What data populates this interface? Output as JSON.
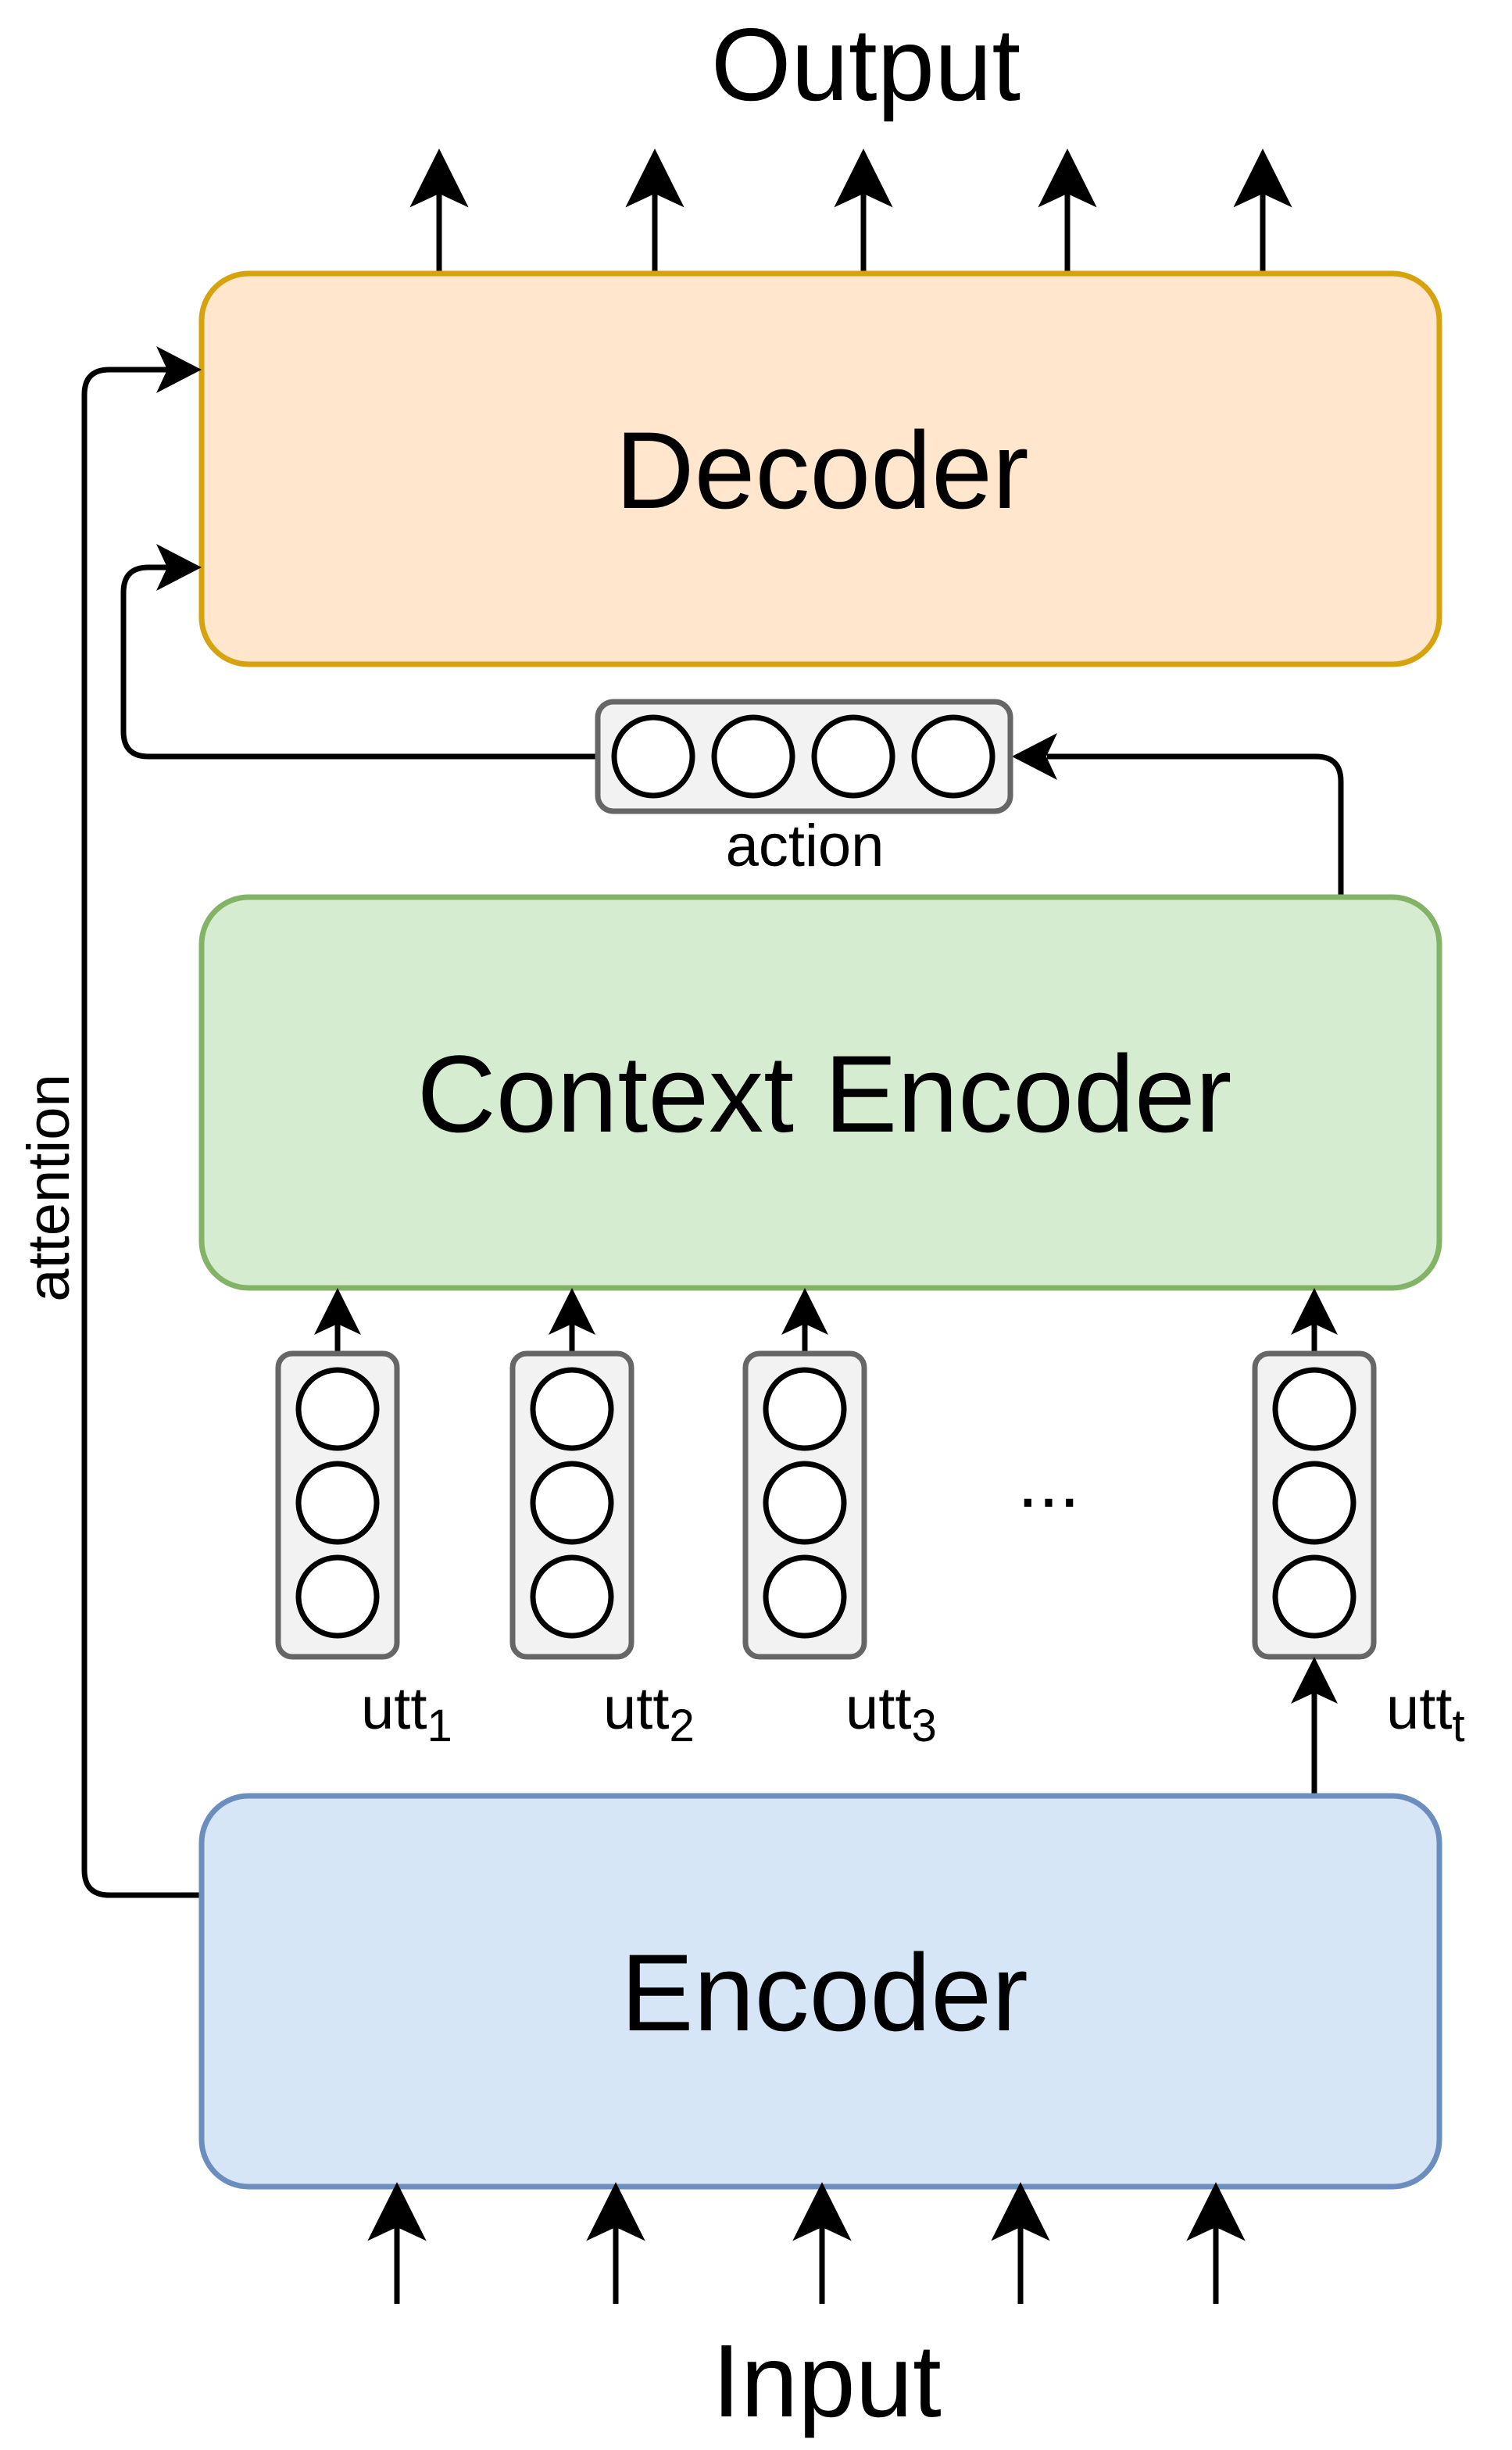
{
  "labels": {
    "output": "Output",
    "input": "Input",
    "decoder": "Decoder",
    "context_encoder": "Context Encoder",
    "encoder": "Encoder",
    "action": "action",
    "attention": "attention",
    "ellipsis": "...",
    "utterances": [
      {
        "base": "utt",
        "sub": "1"
      },
      {
        "base": "utt",
        "sub": "2"
      },
      {
        "base": "utt",
        "sub": "3"
      },
      {
        "base": "utt",
        "sub": "t"
      }
    ]
  },
  "colors": {
    "decoder_fill": "#ffe6cc",
    "decoder_stroke": "#d6a30f",
    "context_fill": "#d5ecd0",
    "context_stroke": "#82b366",
    "encoder_fill": "#d6e6f7",
    "encoder_stroke": "#6c8ebf",
    "vector_fill": "#f2f2f2",
    "vector_stroke": "#666666",
    "line": "#000000"
  }
}
